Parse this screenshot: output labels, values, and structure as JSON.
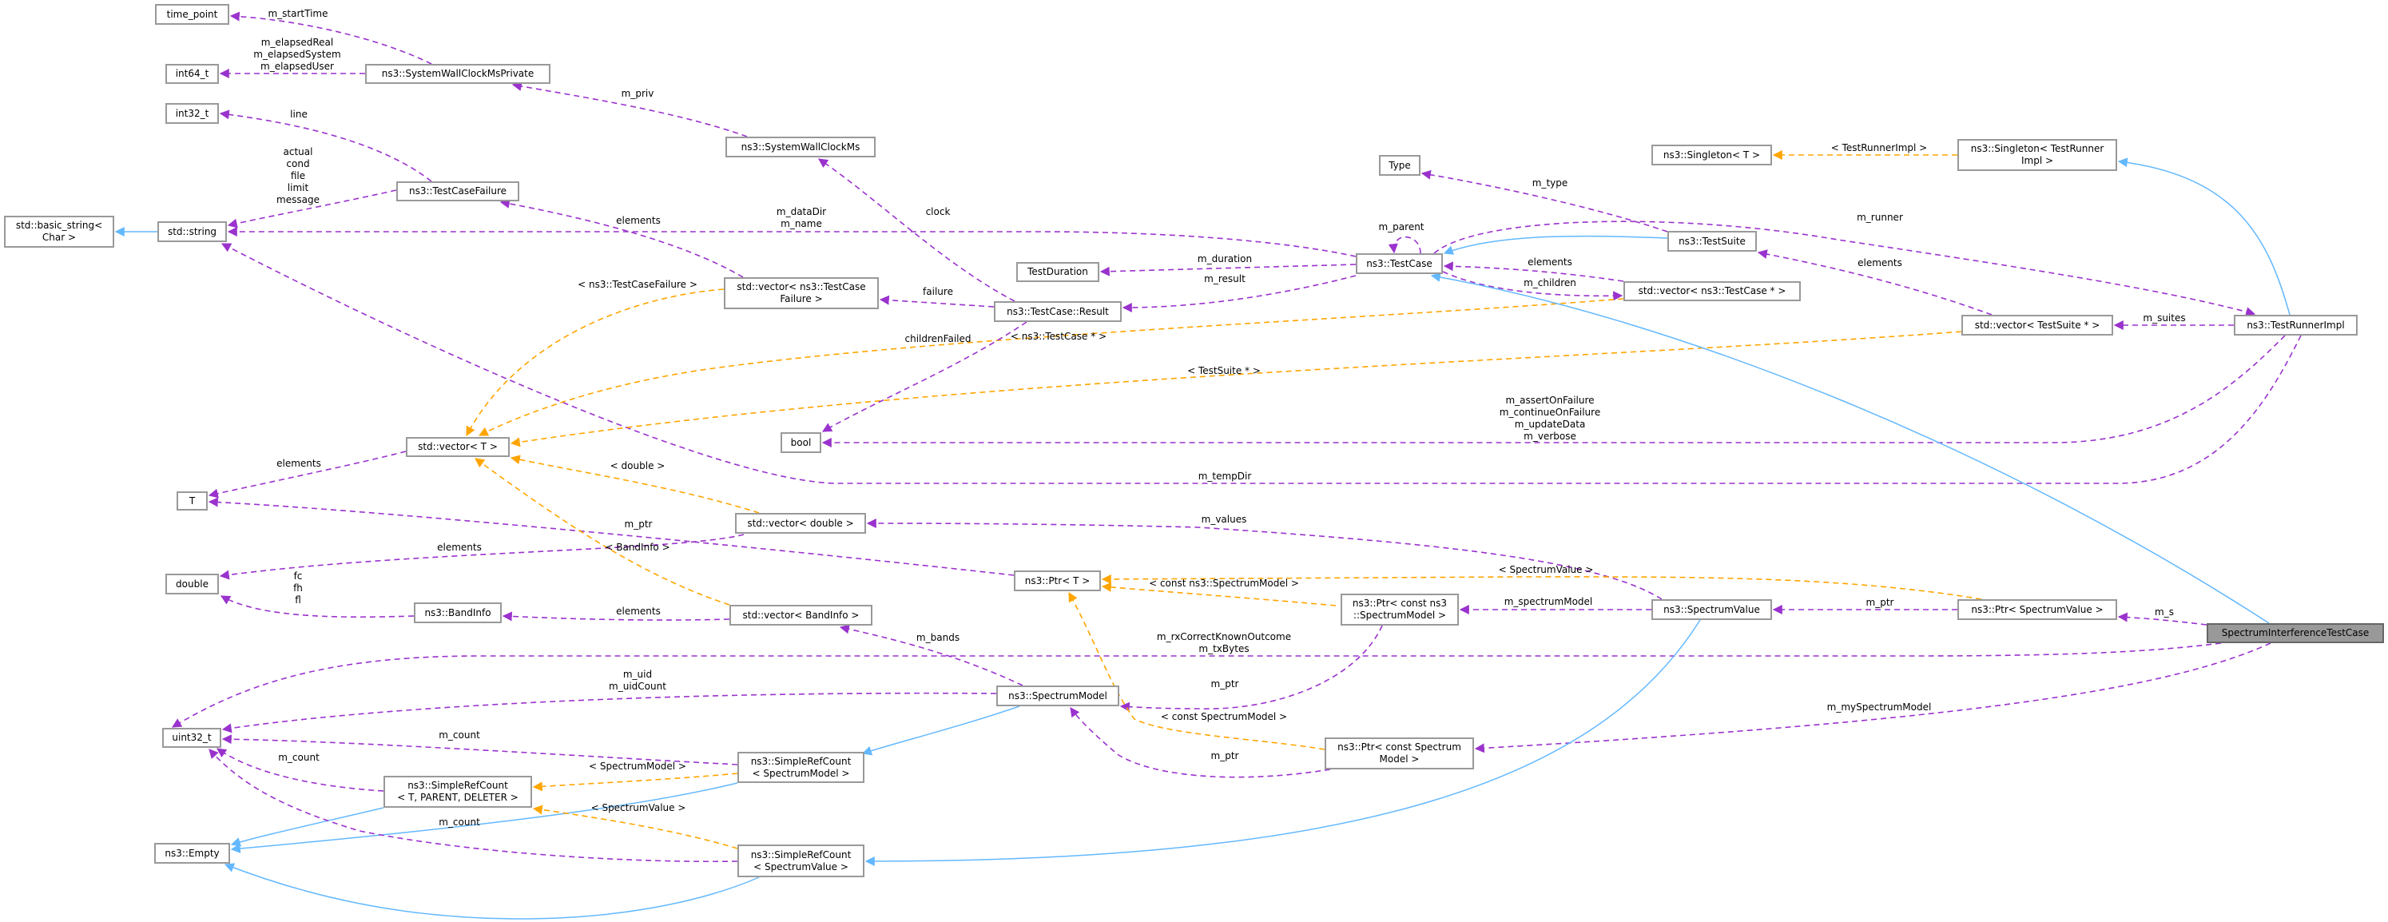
{
  "colors": {
    "usage": "#9a32cd",
    "template": "#ffa500",
    "inheritance": "#63b8ff",
    "focus_node_fill": "#999999",
    "node_border": "#999999"
  },
  "focus_node": "SpectrumInterferenceTestCase",
  "nodes": {
    "time_point": [
      "time_point"
    ],
    "int64_t": [
      "int64_t"
    ],
    "swcm_private": [
      "ns3::SystemWallClockMsPrivate"
    ],
    "int32_t": [
      "int32_t"
    ],
    "testcase_failure": [
      "ns3::TestCaseFailure"
    ],
    "basic_string": [
      "std::basic_string<",
      "Char >"
    ],
    "std_string": [
      "std::string"
    ],
    "swcm": [
      "ns3::SystemWallClockMs"
    ],
    "type": [
      "Type"
    ],
    "testcase": [
      "ns3::TestCase"
    ],
    "test_duration": [
      "TestDuration"
    ],
    "vec_tcf": [
      "std::vector< ns3::TestCase",
      "Failure >"
    ],
    "tc_result": [
      "ns3::TestCase::Result"
    ],
    "bool": [
      "bool"
    ],
    "vec_t": [
      "std::vector< T >"
    ],
    "t": [
      "T"
    ],
    "double": [
      "double"
    ],
    "bandinfo": [
      "ns3::BandInfo"
    ],
    "uint32_t": [
      "uint32_t"
    ],
    "src_tpd": [
      "ns3::SimpleRefCount",
      "< T, PARENT, DELETER >"
    ],
    "empty": [
      "ns3::Empty"
    ],
    "vec_double": [
      "std::vector< double >"
    ],
    "ptr_t": [
      "ns3::Ptr< T >"
    ],
    "vec_bandinfo": [
      "std::vector< BandInfo >"
    ],
    "ptr_const_ns3_sm": [
      "ns3::Ptr< const ns3",
      "::SpectrumModel >"
    ],
    "spectrum_model": [
      "ns3::SpectrumModel"
    ],
    "src_sm": [
      "ns3::SimpleRefCount",
      "< SpectrumModel >"
    ],
    "ptr_const_sm": [
      "ns3::Ptr< const Spectrum",
      "Model >"
    ],
    "src_sv": [
      "ns3::SimpleRefCount",
      "< SpectrumValue >"
    ],
    "singleton_t": [
      "ns3::Singleton< T >"
    ],
    "singleton_tri": [
      "ns3::Singleton< TestRunner",
      "Impl >"
    ],
    "testsuite": [
      "ns3::TestSuite"
    ],
    "vec_tc_ptr": [
      "std::vector< ns3::TestCase * >"
    ],
    "vec_ts_ptr": [
      "std::vector< TestSuite * >"
    ],
    "testrunner_impl": [
      "ns3::TestRunnerImpl"
    ],
    "spectrum_value": [
      "ns3::SpectrumValue"
    ],
    "ptr_sv": [
      "ns3::Ptr< SpectrumValue >"
    ],
    "sitc": [
      "SpectrumInterferenceTestCase"
    ]
  },
  "edges": [
    {
      "from": "swcm_private",
      "to": "time_point",
      "type": "usage",
      "label": [
        "m_startTime"
      ]
    },
    {
      "from": "swcm_private",
      "to": "int64_t",
      "type": "usage",
      "label": [
        "m_elapsedReal",
        "m_elapsedSystem",
        "m_elapsedUser"
      ]
    },
    {
      "from": "swcm",
      "to": "swcm_private",
      "type": "usage",
      "label": [
        "m_priv"
      ]
    },
    {
      "from": "testcase_failure",
      "to": "int32_t",
      "type": "usage",
      "label": [
        "line"
      ]
    },
    {
      "from": "testcase_failure",
      "to": "std_string",
      "type": "usage",
      "label": [
        "actual",
        "cond",
        "file",
        "limit",
        "message"
      ]
    },
    {
      "from": "std_string",
      "to": "basic_string",
      "type": "inheritance",
      "label": []
    },
    {
      "from": "testcase",
      "to": "std_string",
      "type": "usage",
      "label": [
        "m_dataDir",
        "m_name"
      ]
    },
    {
      "from": "testrunner_impl",
      "to": "std_string",
      "type": "usage",
      "label": [
        "m_tempDir"
      ]
    },
    {
      "from": "vec_tcf",
      "to": "testcase_failure",
      "type": "usage",
      "label": [
        "elements"
      ]
    },
    {
      "from": "tc_result",
      "to": "swcm",
      "type": "usage",
      "label": [
        "clock"
      ]
    },
    {
      "from": "tc_result",
      "to": "vec_tcf",
      "type": "usage",
      "label": [
        "failure"
      ]
    },
    {
      "from": "vec_tcf",
      "to": "vec_t",
      "type": "template",
      "label": [
        "< ns3::TestCaseFailure >"
      ]
    },
    {
      "from": "testcase",
      "to": "test_duration",
      "type": "usage",
      "label": [
        "m_duration"
      ]
    },
    {
      "from": "testcase",
      "to": "tc_result",
      "type": "usage",
      "label": [
        "m_result"
      ]
    },
    {
      "from": "testcase",
      "to": "testcase",
      "type": "usage",
      "label": [
        "m_parent"
      ]
    },
    {
      "from": "testsuite",
      "to": "type",
      "type": "usage",
      "label": [
        "m_type"
      ]
    },
    {
      "from": "testsuite",
      "to": "testcase",
      "type": "inheritance",
      "label": []
    },
    {
      "from": "vec_tc_ptr",
      "to": "testcase",
      "type": "usage",
      "label": [
        "elements"
      ]
    },
    {
      "from": "testcase",
      "to": "vec_tc_ptr",
      "type": "usage",
      "label": [
        "m_children"
      ]
    },
    {
      "from": "vec_tc_ptr",
      "to": "vec_t",
      "type": "template",
      "label": [
        "< ns3::TestCase * >"
      ]
    },
    {
      "from": "vec_ts_ptr",
      "to": "vec_t",
      "type": "template",
      "label": [
        "< TestSuite * >"
      ]
    },
    {
      "from": "vec_ts_ptr",
      "to": "testsuite",
      "type": "usage",
      "label": [
        "elements"
      ]
    },
    {
      "from": "testrunner_impl",
      "to": "vec_ts_ptr",
      "type": "usage",
      "label": [
        "m_suites"
      ]
    },
    {
      "from": "testrunner_impl",
      "to": "singleton_tri",
      "type": "inheritance",
      "label": []
    },
    {
      "from": "singleton_tri",
      "to": "singleton_t",
      "type": "template",
      "label": [
        "< TestRunnerImpl >"
      ]
    },
    {
      "from": "testcase",
      "to": "testrunner_impl",
      "type": "usage",
      "label": [
        "m_runner"
      ]
    },
    {
      "from": "tc_result",
      "to": "bool",
      "type": "usage",
      "label": [
        "childrenFailed"
      ]
    },
    {
      "from": "testrunner_impl",
      "to": "bool",
      "type": "usage",
      "label": [
        "m_assertOnFailure",
        "m_continueOnFailure",
        "m_updateData",
        "m_verbose"
      ]
    },
    {
      "from": "vec_t",
      "to": "t",
      "type": "usage",
      "label": [
        "elements"
      ]
    },
    {
      "from": "ptr_t",
      "to": "t",
      "type": "usage",
      "label": [
        "m_ptr"
      ]
    },
    {
      "from": "vec_double",
      "to": "vec_t",
      "type": "template",
      "label": [
        "< double >"
      ]
    },
    {
      "from": "vec_double",
      "to": "double",
      "type": "usage",
      "label": [
        "elements"
      ]
    },
    {
      "from": "vec_bandinfo",
      "to": "vec_t",
      "type": "template",
      "label": [
        "< BandInfo >"
      ]
    },
    {
      "from": "bandinfo",
      "to": "double",
      "type": "usage",
      "label": [
        "fc",
        "fh",
        "fl"
      ]
    },
    {
      "from": "vec_bandinfo",
      "to": "bandinfo",
      "type": "usage",
      "label": [
        "elements"
      ]
    },
    {
      "from": "spectrum_value",
      "to": "vec_double",
      "type": "usage",
      "label": [
        "m_values"
      ]
    },
    {
      "from": "ptr_sv",
      "to": "ptr_t",
      "type": "template",
      "label": [
        "< SpectrumValue >"
      ]
    },
    {
      "from": "ptr_const_ns3_sm",
      "to": "ptr_t",
      "type": "template",
      "label": [
        "< const ns3::SpectrumModel >"
      ]
    },
    {
      "from": "spectrum_value",
      "to": "ptr_const_ns3_sm",
      "type": "usage",
      "label": [
        "m_spectrumModel"
      ]
    },
    {
      "from": "ptr_sv",
      "to": "spectrum_value",
      "type": "usage",
      "label": [
        "m_ptr"
      ]
    },
    {
      "from": "sitc",
      "to": "ptr_sv",
      "type": "usage",
      "label": [
        "m_s"
      ]
    },
    {
      "from": "sitc",
      "to": "testcase",
      "type": "inheritance",
      "label": []
    },
    {
      "from": "sitc",
      "to": "uint32_t",
      "type": "usage",
      "label": [
        "m_rxCorrectKnownOutcome",
        "m_txBytes"
      ]
    },
    {
      "from": "sitc",
      "to": "ptr_const_sm",
      "type": "usage",
      "label": [
        "m_mySpectrumModel"
      ]
    },
    {
      "from": "spectrum_model",
      "to": "vec_bandinfo",
      "type": "usage",
      "label": [
        "m_bands"
      ]
    },
    {
      "from": "spectrum_model",
      "to": "uint32_t",
      "type": "usage",
      "label": [
        "m_uid",
        "m_uidCount"
      ]
    },
    {
      "from": "ptr_const_ns3_sm",
      "to": "spectrum_model",
      "type": "usage",
      "label": [
        "m_ptr"
      ]
    },
    {
      "from": "ptr_const_sm",
      "to": "ptr_t",
      "type": "template",
      "label": [
        "< const SpectrumModel >"
      ]
    },
    {
      "from": "ptr_const_sm",
      "to": "spectrum_model",
      "type": "usage",
      "label": [
        "m_ptr"
      ]
    },
    {
      "from": "spectrum_model",
      "to": "src_sm",
      "type": "inheritance",
      "label": []
    },
    {
      "from": "src_sm",
      "to": "uint32_t",
      "type": "usage",
      "label": [
        "m_count"
      ]
    },
    {
      "from": "src_sm",
      "to": "src_tpd",
      "type": "template",
      "label": [
        "< SpectrumModel >"
      ]
    },
    {
      "from": "src_sm",
      "to": "empty",
      "type": "inheritance",
      "label": []
    },
    {
      "from": "src_tpd",
      "to": "uint32_t",
      "type": "usage",
      "label": [
        "m_count"
      ]
    },
    {
      "from": "src_tpd",
      "to": "empty",
      "type": "inheritance",
      "label": []
    },
    {
      "from": "src_sv",
      "to": "src_tpd",
      "type": "template",
      "label": [
        "< SpectrumValue >"
      ]
    },
    {
      "from": "src_sv",
      "to": "uint32_t",
      "type": "usage",
      "label": [
        "m_count"
      ]
    },
    {
      "from": "src_sv",
      "to": "empty",
      "type": "inheritance",
      "label": []
    },
    {
      "from": "spectrum_value",
      "to": "src_sv",
      "type": "inheritance",
      "label": []
    }
  ]
}
